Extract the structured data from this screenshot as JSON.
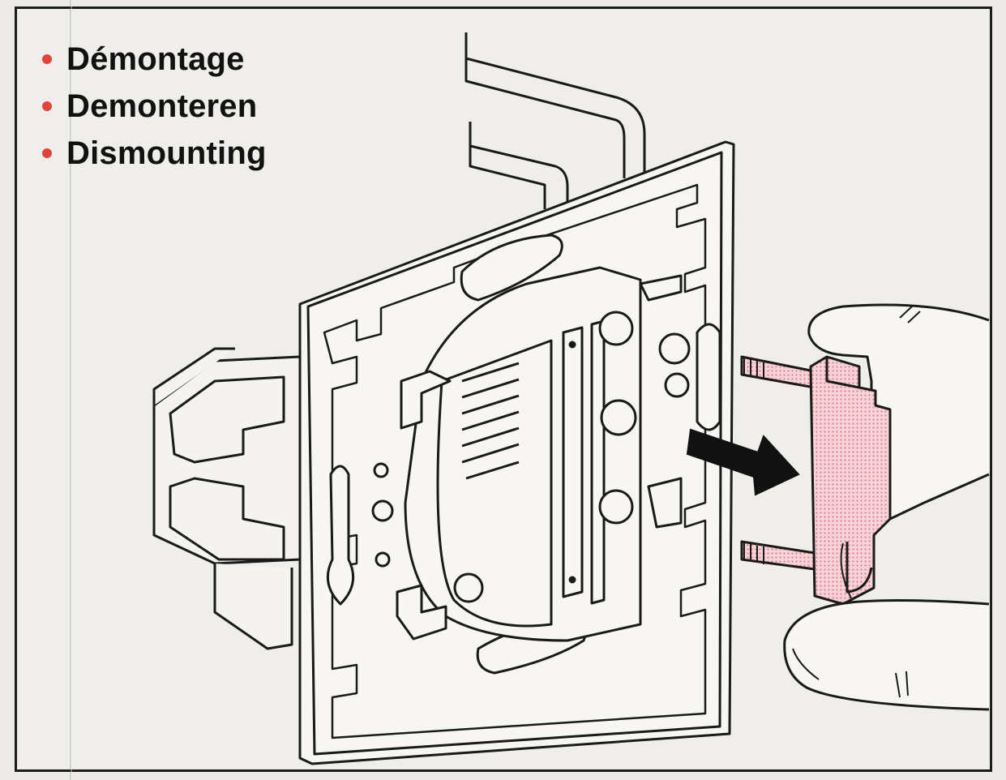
{
  "headings": [
    {
      "label": "Démontage"
    },
    {
      "label": "Demonteren"
    },
    {
      "label": "Dismounting"
    }
  ],
  "illustration": {
    "bullet_color": "#e2433a",
    "connector_color": "#f2b7c0",
    "line_color": "#1a1a1a"
  }
}
